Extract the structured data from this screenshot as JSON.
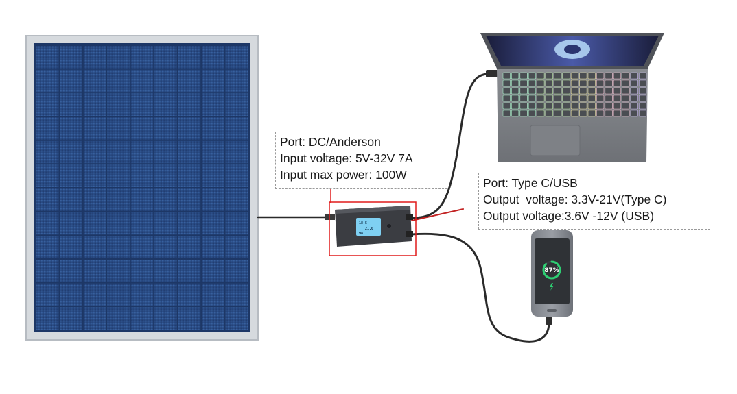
{
  "input_port": {
    "line1": "Port: DC/Anderson",
    "line2": "Input voltage: 5V-32V 7A",
    "line3": "Input max power: 100W"
  },
  "output_port": {
    "line1": "Port: Type C/USB",
    "line2": "Output  voltage: 3.3V-21V(Type C)",
    "line3": "Output voltage:3.6V -12V (USB)"
  },
  "phone": {
    "battery_percent": "87%",
    "battery_level": 0.87
  },
  "colors": {
    "highlight": "#e11b1b",
    "panel_cell": "#2c4f86",
    "panel_frame": "#cfd3d8",
    "cable": "#2a2a2a"
  }
}
